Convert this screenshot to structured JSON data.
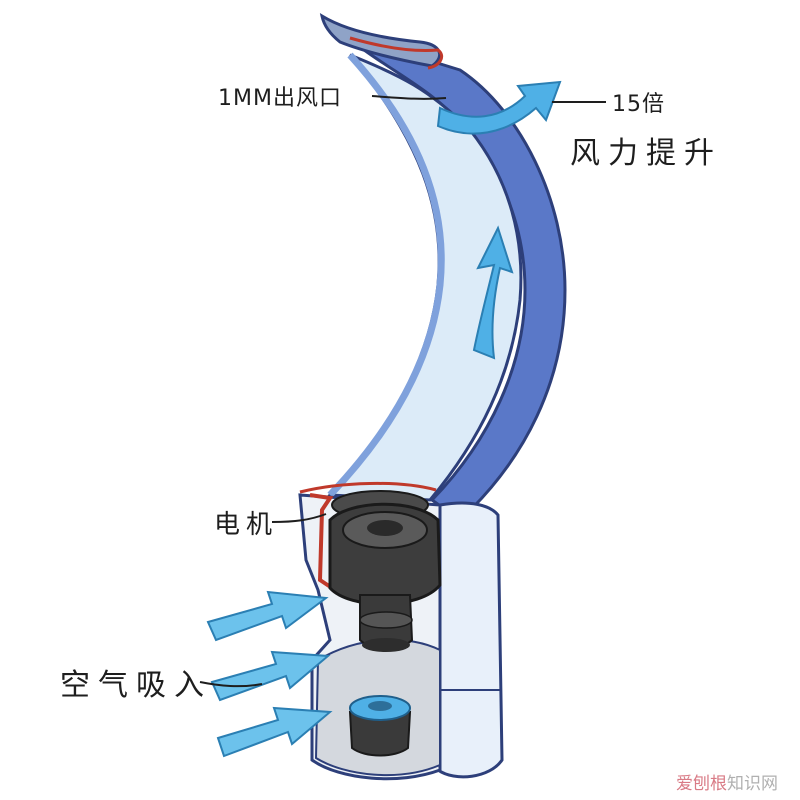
{
  "labels": {
    "outlet": "1MM出风口",
    "multiplier": "15倍",
    "airflow_boost": "风力提升",
    "motor": "电机",
    "air_intake": "空气吸入"
  },
  "watermark": {
    "brand": "爱刨根",
    "site": "知识网"
  },
  "colors": {
    "ring_outer": "#5a78c8",
    "ring_inner": "#dbe9f7",
    "airflow_arrow": "#4fb0e6",
    "base_body": "#e8f0fa",
    "motor": "#3a3a3a",
    "red_edge": "#c0392b"
  }
}
